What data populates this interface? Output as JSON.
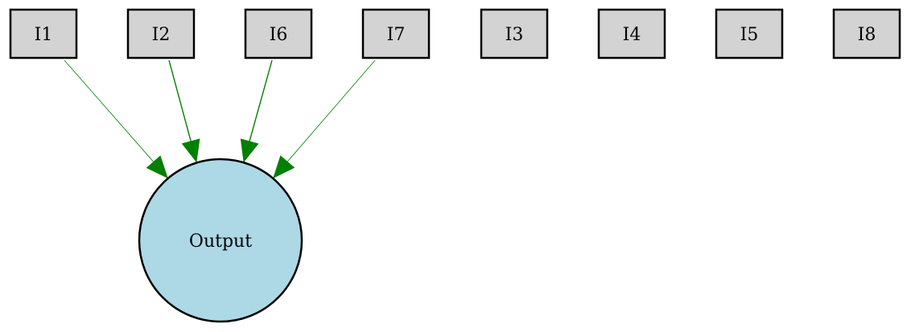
{
  "diagram": {
    "input_nodes": [
      {
        "id": "I1",
        "label": "I1",
        "connected": true,
        "edge_width": "thin"
      },
      {
        "id": "I2",
        "label": "I2",
        "connected": true,
        "edge_width": "thick"
      },
      {
        "id": "I6",
        "label": "I6",
        "connected": true,
        "edge_width": "thick"
      },
      {
        "id": "I7",
        "label": "I7",
        "connected": true,
        "edge_width": "thin"
      },
      {
        "id": "I3",
        "label": "I3",
        "connected": false
      },
      {
        "id": "I4",
        "label": "I4",
        "connected": false
      },
      {
        "id": "I5",
        "label": "I5",
        "connected": false
      },
      {
        "id": "I8",
        "label": "I8",
        "connected": false
      }
    ],
    "output_node": {
      "id": "Output",
      "label": "Output"
    },
    "colors": {
      "input_fill": "#d3d3d3",
      "output_fill": "#add8e6",
      "edge": "#008000",
      "stroke": "#000000"
    }
  }
}
